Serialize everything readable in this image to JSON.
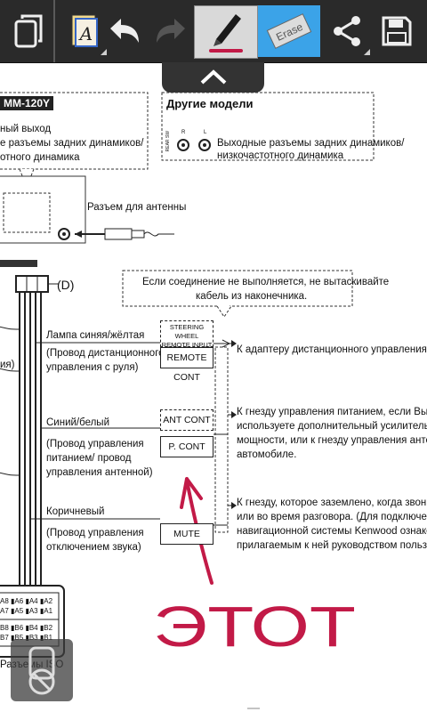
{
  "toolbar": {
    "buttons": [
      "pages-icon",
      "text-style-icon",
      "undo-icon",
      "redo-icon",
      "pen-icon",
      "eraser-icon",
      "share-icon",
      "save-icon"
    ],
    "pen_color": "#c21a47",
    "eraser_text": "Erase"
  },
  "document": {
    "model_label": "MM-120Y",
    "other_models_title": "Другие модели",
    "left_output_lines": [
      "ный выход",
      "е разъемы задних динамиков/",
      "отного динамика"
    ],
    "other_output_text": [
      "Выходные разъемы задних динамиков/",
      "низкочастотного динамика"
    ],
    "rear_sw_label": "REAR SW",
    "rear_sw_lr": [
      "R",
      "L"
    ],
    "antenna_label": "Разъем для антенны",
    "connector_label": "(D)",
    "note_lines": [
      "Если соединение не выполняется, не вытаскивайте",
      "кабель из наконечника."
    ],
    "wire1_name": "Лампа синяя/жёлтая",
    "wire1_desc": [
      "(Провод дистанционного",
      "управления с руля)"
    ],
    "steering_box": [
      "STEERING WHEEL",
      "REMOTE INPUT"
    ],
    "remote_cont": "REMOTE CONT",
    "wire1_target": "К адаптеру дистанционного управления с руля",
    "left_cut_1": "ия)",
    "wire2_name": "Синий/белый",
    "wire2_desc": [
      "(Провод управления",
      "питанием/ провод",
      "управления антенной)"
    ],
    "ant_cont": "ANT CONT",
    "p_cont": "P. CONT",
    "wire2_target": [
      "К гнезду управления питанием, если Вы",
      "используете дополнительный усилитель",
      "мощности, или к гнезду управления антенной в",
      "автомобиле."
    ],
    "wire3_name": "Коричневый",
    "wire3_desc": [
      "(Провод управления",
      "отключением звука)"
    ],
    "mute": "MUTE",
    "wire3_target": [
      "К гнезду, которое заземлено, когда звонит телеф",
      "или во время разговора. (Для подключения",
      "навигационной системы Kenwood ознакомьтесь",
      "прилагаемым к ней руководством пользовател"
    ],
    "pin_rows": [
      [
        "A8",
        "A6",
        "A4",
        "A2"
      ],
      [
        "A7",
        "A5",
        "A3",
        "A1"
      ],
      [
        "B8",
        "B6",
        "B4",
        "B2"
      ],
      [
        "B7",
        "B5",
        "B3",
        "B1"
      ]
    ],
    "iso_label": "Разъемы ISO",
    "handwriting": "ЭТОТ",
    "handwriting_color": "#c21a47"
  }
}
